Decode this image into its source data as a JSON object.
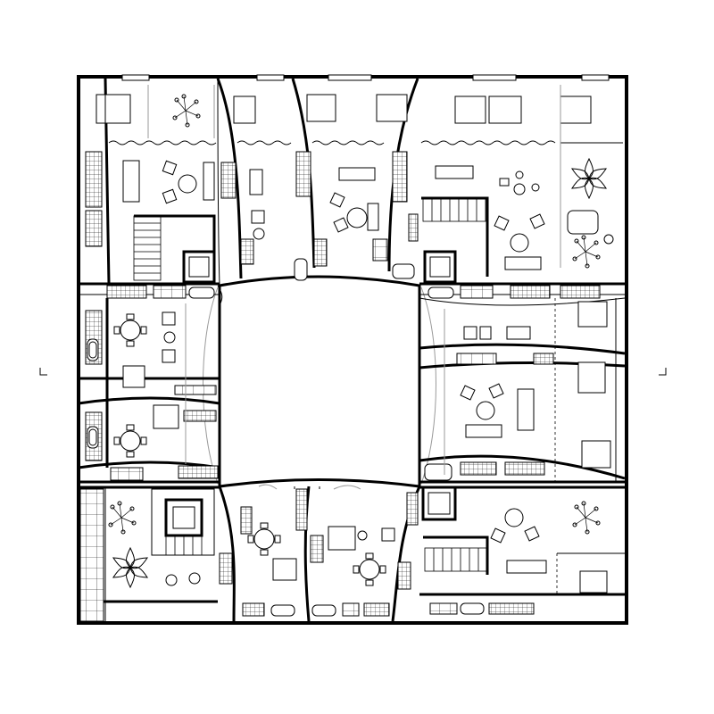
{
  "plan": {
    "section_markers": [
      "section-marker-left",
      "section-marker-right"
    ],
    "courtyard": "central-void",
    "quadrants": [
      {
        "id": "north",
        "units": 4
      },
      {
        "id": "west",
        "units": 2
      },
      {
        "id": "east",
        "units": 2
      },
      {
        "id": "south",
        "units": 4
      }
    ]
  },
  "colors": {
    "line": "#000000",
    "background": "#ffffff",
    "secondary_line": "#9a9a9a"
  }
}
